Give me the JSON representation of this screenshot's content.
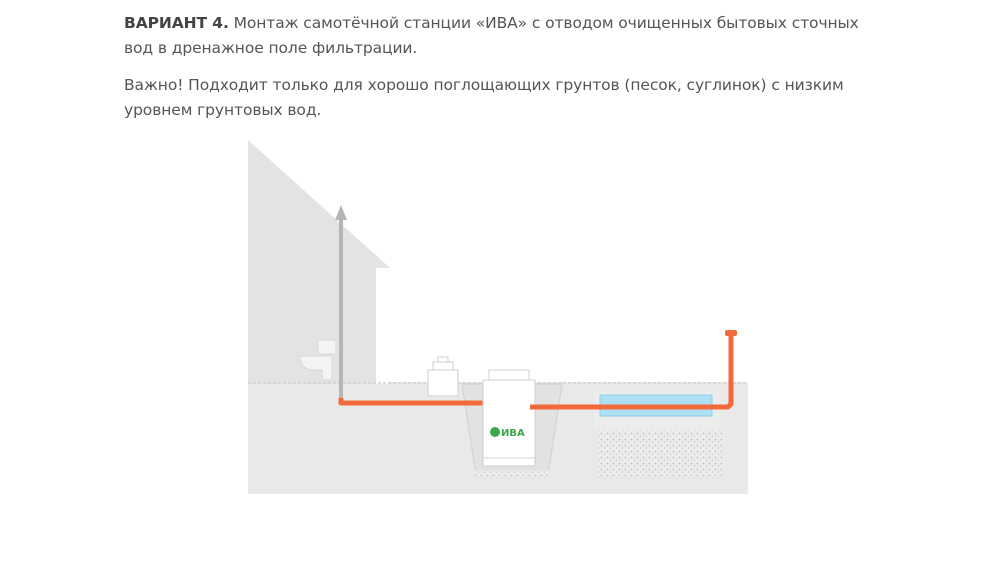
{
  "intro": {
    "variant_label": "ВАРИАНТ 4.",
    "variant_text": " Монтаж самотёчной станции «ИВА» с отводом очищенных бытовых сточных вод в дренажное поле фильтрации."
  },
  "note": {
    "text": "Важно! Подходит только для хорошо поглощающих грунтов (песок, суглинок) с низким уровнем грунтовых вод."
  },
  "diagram": {
    "station_logo_text": "ИВА",
    "colors": {
      "background_panel": "#e9e9e9",
      "house": "#e2e2e2",
      "soil_line": "#d6d6d6",
      "pipe": "#f26a3a",
      "vent_pipe": "#b5b5b5",
      "station_body": "#ffffff",
      "drain_field": "#aee0f5",
      "gravel": "#d4d4d4",
      "logo_green": "#3da84a"
    }
  }
}
